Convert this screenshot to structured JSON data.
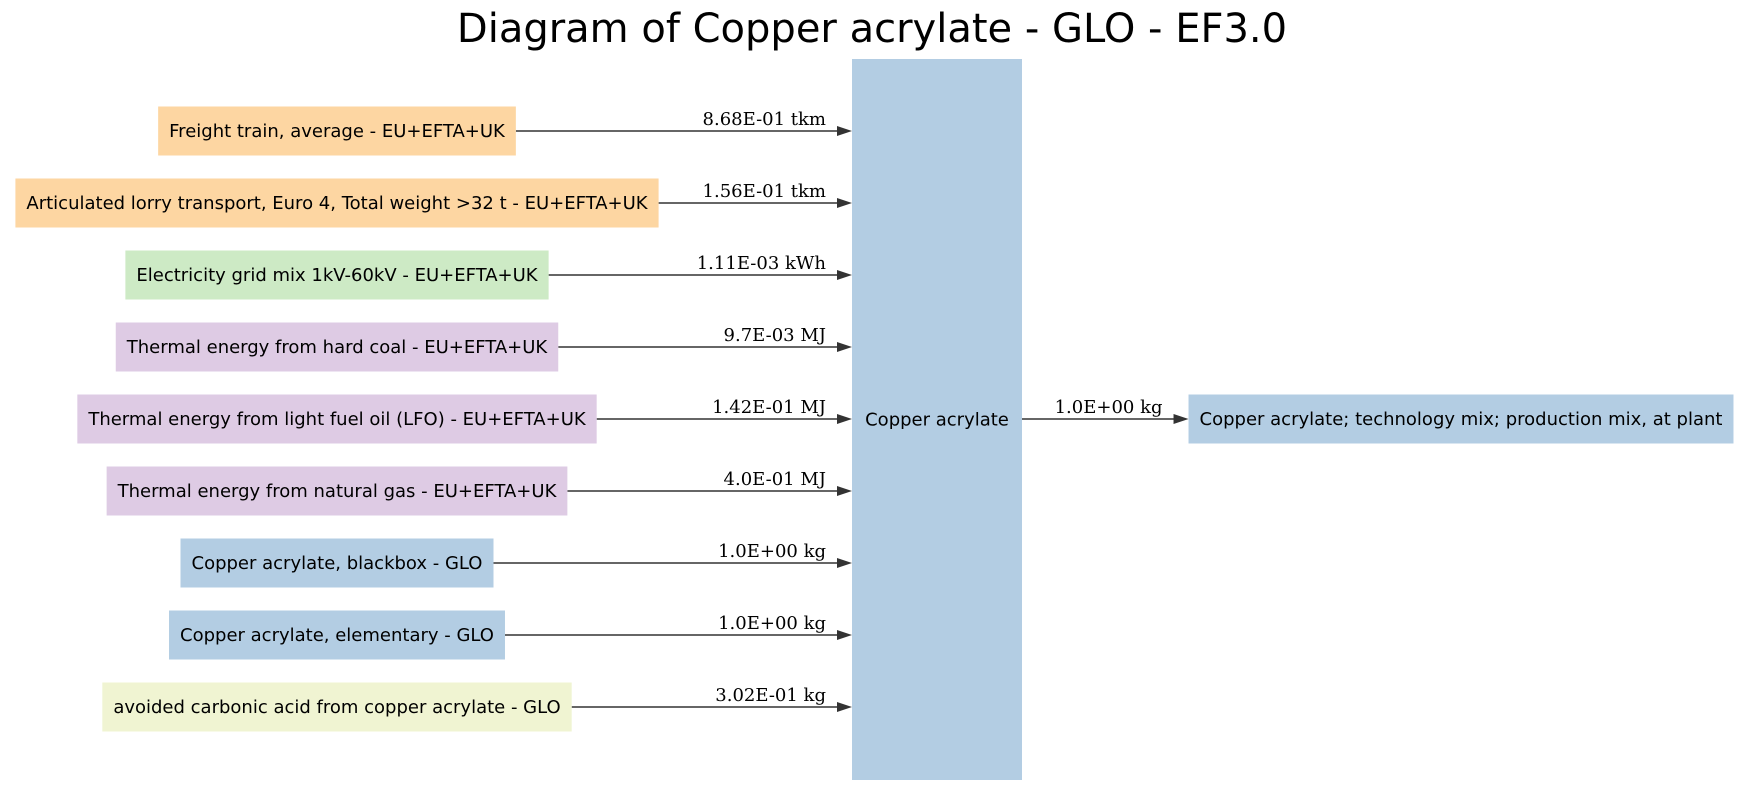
{
  "title": "Diagram of Copper acrylate - GLO - EF3.0",
  "colors": {
    "transport": "#fdd6a2",
    "electricity": "#cdeac5",
    "thermal": "#decbe4",
    "material": "#b3cde3",
    "avoided": "#f0f4d2",
    "edge": "#333333"
  },
  "process": {
    "label": "Copper acrylate",
    "color": "material"
  },
  "inputs": [
    {
      "label": "Freight train, average - EU+EFTA+UK",
      "amount": "8.68E-01 tkm",
      "color": "transport"
    },
    {
      "label": "Articulated lorry transport, Euro 4, Total weight >32 t - EU+EFTA+UK",
      "amount": "1.56E-01 tkm",
      "color": "transport"
    },
    {
      "label": "Electricity grid mix 1kV-60kV - EU+EFTA+UK",
      "amount": "1.11E-03 kWh",
      "color": "electricity"
    },
    {
      "label": "Thermal energy from hard coal - EU+EFTA+UK",
      "amount": "9.7E-03 MJ",
      "color": "thermal"
    },
    {
      "label": "Thermal energy from light fuel oil (LFO) - EU+EFTA+UK",
      "amount": "1.42E-01 MJ",
      "color": "thermal"
    },
    {
      "label": "Thermal energy from natural gas - EU+EFTA+UK",
      "amount": "4.0E-01 MJ",
      "color": "thermal"
    },
    {
      "label": "Copper acrylate, blackbox - GLO",
      "amount": "1.0E+00 kg",
      "color": "material"
    },
    {
      "label": "Copper acrylate, elementary - GLO",
      "amount": "1.0E+00 kg",
      "color": "material"
    },
    {
      "label": "avoided carbonic acid from copper acrylate - GLO",
      "amount": "3.02E-01 kg",
      "color": "avoided"
    }
  ],
  "output": {
    "label": "Copper acrylate; technology mix; production mix, at plant",
    "amount": "1.0E+00 kg",
    "color": "material"
  }
}
